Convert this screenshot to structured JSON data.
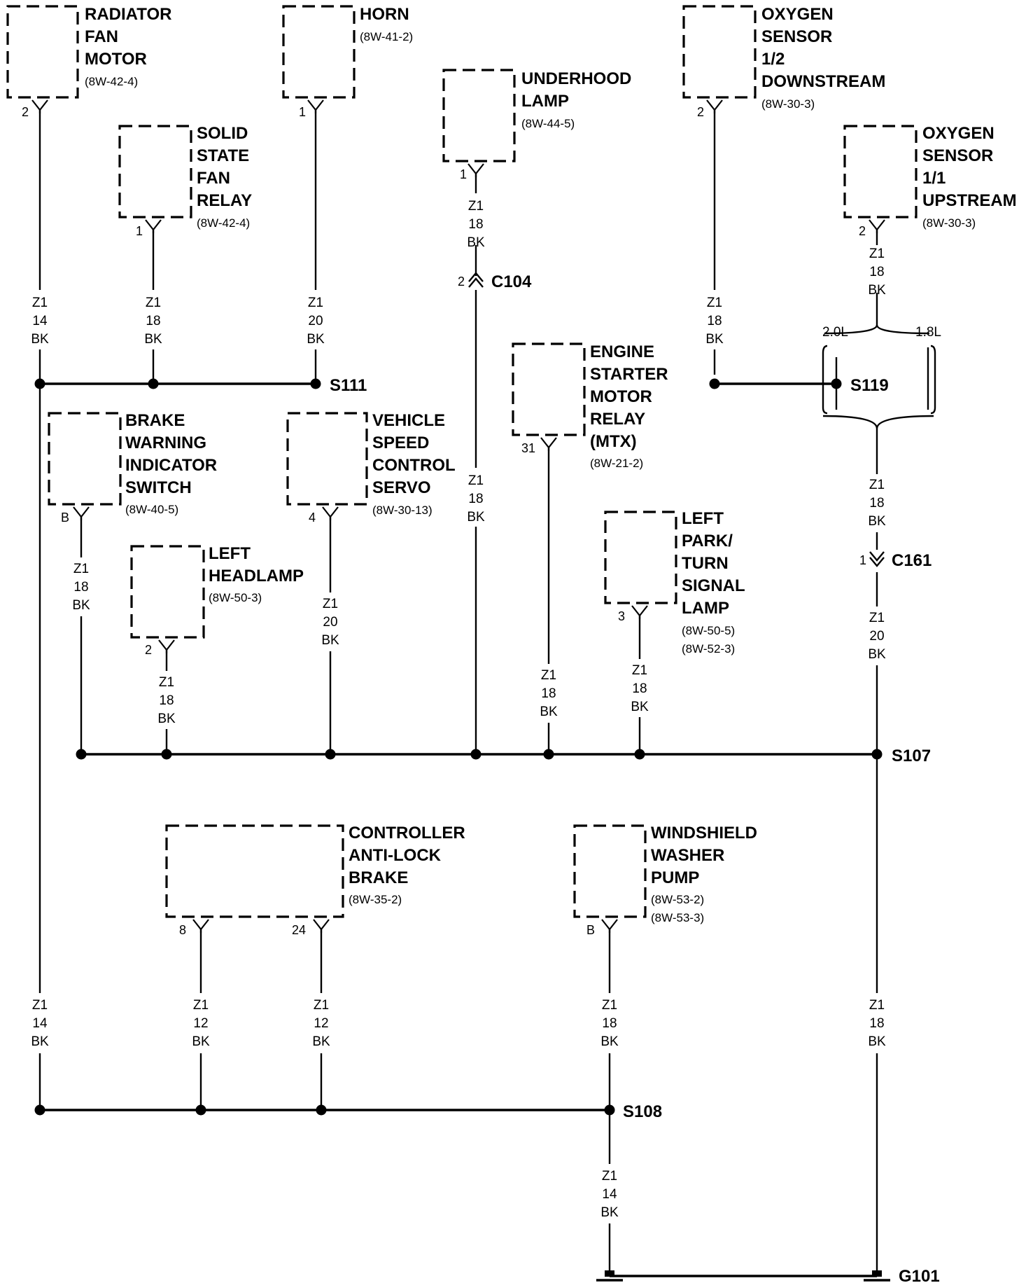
{
  "components": {
    "radiator_fan_motor": {
      "lines": [
        "RADIATOR",
        "FAN",
        "MOTOR"
      ],
      "refs": [
        "(8W-42-4)"
      ],
      "pin": "2"
    },
    "horn": {
      "lines": [
        "HORN"
      ],
      "refs": [
        "(8W-41-2)"
      ],
      "pin": "1"
    },
    "underhood_lamp": {
      "lines": [
        "UNDERHOOD",
        "LAMP"
      ],
      "refs": [
        "(8W-44-5)"
      ],
      "pin": "1"
    },
    "oxygen_sensor_downstream": {
      "lines": [
        "OXYGEN",
        "SENSOR",
        "1/2",
        "DOWNSTREAM"
      ],
      "refs": [
        "(8W-30-3)"
      ],
      "pin": "2"
    },
    "solid_state_fan_relay": {
      "lines": [
        "SOLID",
        "STATE",
        "FAN",
        "RELAY"
      ],
      "refs": [
        "(8W-42-4)"
      ],
      "pin": "1"
    },
    "oxygen_sensor_upstream": {
      "lines": [
        "OXYGEN",
        "SENSOR",
        "1/1",
        "UPSTREAM"
      ],
      "refs": [
        "(8W-30-3)"
      ],
      "pin": "2"
    },
    "engine_starter_motor_relay": {
      "lines": [
        "ENGINE",
        "STARTER",
        "MOTOR",
        "RELAY",
        "(MTX)"
      ],
      "refs": [
        "(8W-21-2)"
      ],
      "pin": "31"
    },
    "brake_warning_indicator_switch": {
      "lines": [
        "BRAKE",
        "WARNING",
        "INDICATOR",
        "SWITCH"
      ],
      "refs": [
        "(8W-40-5)"
      ],
      "pin": "B"
    },
    "vehicle_speed_control_servo": {
      "lines": [
        "VEHICLE",
        "SPEED",
        "CONTROL",
        "SERVO"
      ],
      "refs": [
        "(8W-30-13)"
      ],
      "pin": "4"
    },
    "left_headlamp": {
      "lines": [
        "LEFT",
        "HEADLAMP"
      ],
      "refs": [
        "(8W-50-3)"
      ],
      "pin": "2"
    },
    "left_park_turn_signal_lamp": {
      "lines": [
        "LEFT",
        "PARK/",
        "TURN",
        "SIGNAL",
        "LAMP"
      ],
      "refs": [
        "(8W-50-5)",
        "(8W-52-3)"
      ],
      "pin": "3"
    },
    "controller_anti_lock_brake": {
      "lines": [
        "CONTROLLER",
        "ANTI-LOCK",
        "BRAKE"
      ],
      "refs": [
        "(8W-35-2)"
      ],
      "pins": [
        "8",
        "24"
      ]
    },
    "windshield_washer_pump": {
      "lines": [
        "WINDSHIELD",
        "WASHER",
        "PUMP"
      ],
      "refs": [
        "(8W-53-2)",
        "(8W-53-3)"
      ],
      "pin": "B"
    }
  },
  "wires": {
    "radiator_fan_motor": [
      "Z1",
      "14",
      "BK"
    ],
    "solid_state_fan_relay": [
      "Z1",
      "18",
      "BK"
    ],
    "horn": [
      "Z1",
      "20",
      "BK"
    ],
    "underhood_lamp": [
      "Z1",
      "18",
      "BK"
    ],
    "c104_to_s107": [
      "Z1",
      "18",
      "BK"
    ],
    "oxygen_sensor_downstream": [
      "Z1",
      "18",
      "BK"
    ],
    "oxygen_sensor_upstream": [
      "Z1",
      "18",
      "BK"
    ],
    "s119_to_c161": [
      "Z1",
      "18",
      "BK"
    ],
    "c161_to_s107": [
      "Z1",
      "20",
      "BK"
    ],
    "brake_warning_indicator_switch": [
      "Z1",
      "18",
      "BK"
    ],
    "left_headlamp": [
      "Z1",
      "18",
      "BK"
    ],
    "vehicle_speed_control_servo": [
      "Z1",
      "20",
      "BK"
    ],
    "engine_starter_motor_relay": [
      "Z1",
      "18",
      "BK"
    ],
    "left_park_turn_signal_lamp": [
      "Z1",
      "18",
      "BK"
    ],
    "s111_to_s108": [
      "Z1",
      "14",
      "BK"
    ],
    "abs_pin_8": [
      "Z1",
      "12",
      "BK"
    ],
    "abs_pin_24": [
      "Z1",
      "12",
      "BK"
    ],
    "windshield_washer_pump": [
      "Z1",
      "18",
      "BK"
    ],
    "s107_to_g101": [
      "Z1",
      "18",
      "BK"
    ],
    "s108_to_ground": [
      "Z1",
      "14",
      "BK"
    ]
  },
  "splices": {
    "s111": "S111",
    "s119": "S119",
    "s107": "S107",
    "s108": "S108"
  },
  "connectors": {
    "c104": {
      "label": "C104",
      "pin": "2"
    },
    "c161": {
      "label": "C161",
      "pin": "1"
    }
  },
  "ground": {
    "label": "G101"
  },
  "engine_options": {
    "left": "2.0L",
    "right": "1.8L"
  }
}
